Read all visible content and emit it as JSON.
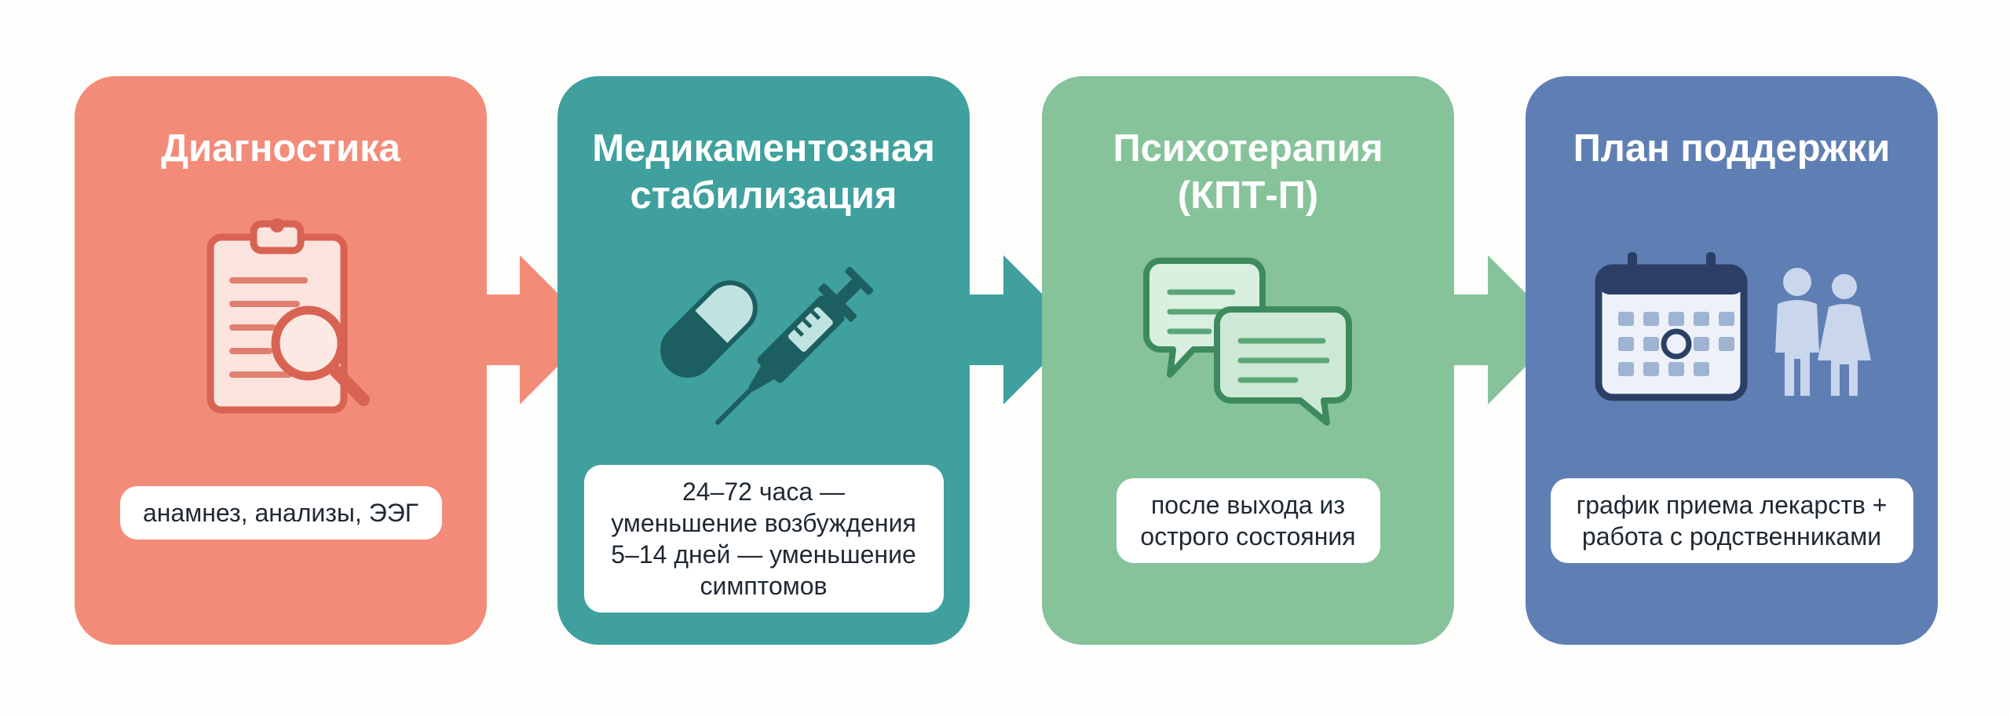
{
  "steps": [
    {
      "title": "Диагностика",
      "note": "анамнез, анализы, ЭЭГ",
      "icon": "clipboard-magnifier-icon",
      "color": "#f28c78"
    },
    {
      "title": "Медикаментозная\nстабилизация",
      "note": "24–72 часа —\nуменьшение возбуждения\n5–14 дней — уменьшение\nсимптомов",
      "icon": "pill-syringe-icon",
      "color": "#3fa09e"
    },
    {
      "title": "Психотерапия\n(КПТ-П)",
      "note": "после выхода из\nострого состояния",
      "icon": "chat-bubbles-icon",
      "color": "#86c39b"
    },
    {
      "title": "План поддержки",
      "note": "график приема лекарств +\nработа с родственниками",
      "icon": "calendar-family-icon",
      "color": "#5f7fb4"
    }
  ],
  "arrow_colors": [
    "#f28c78",
    "#3fa09e",
    "#86c39b"
  ]
}
